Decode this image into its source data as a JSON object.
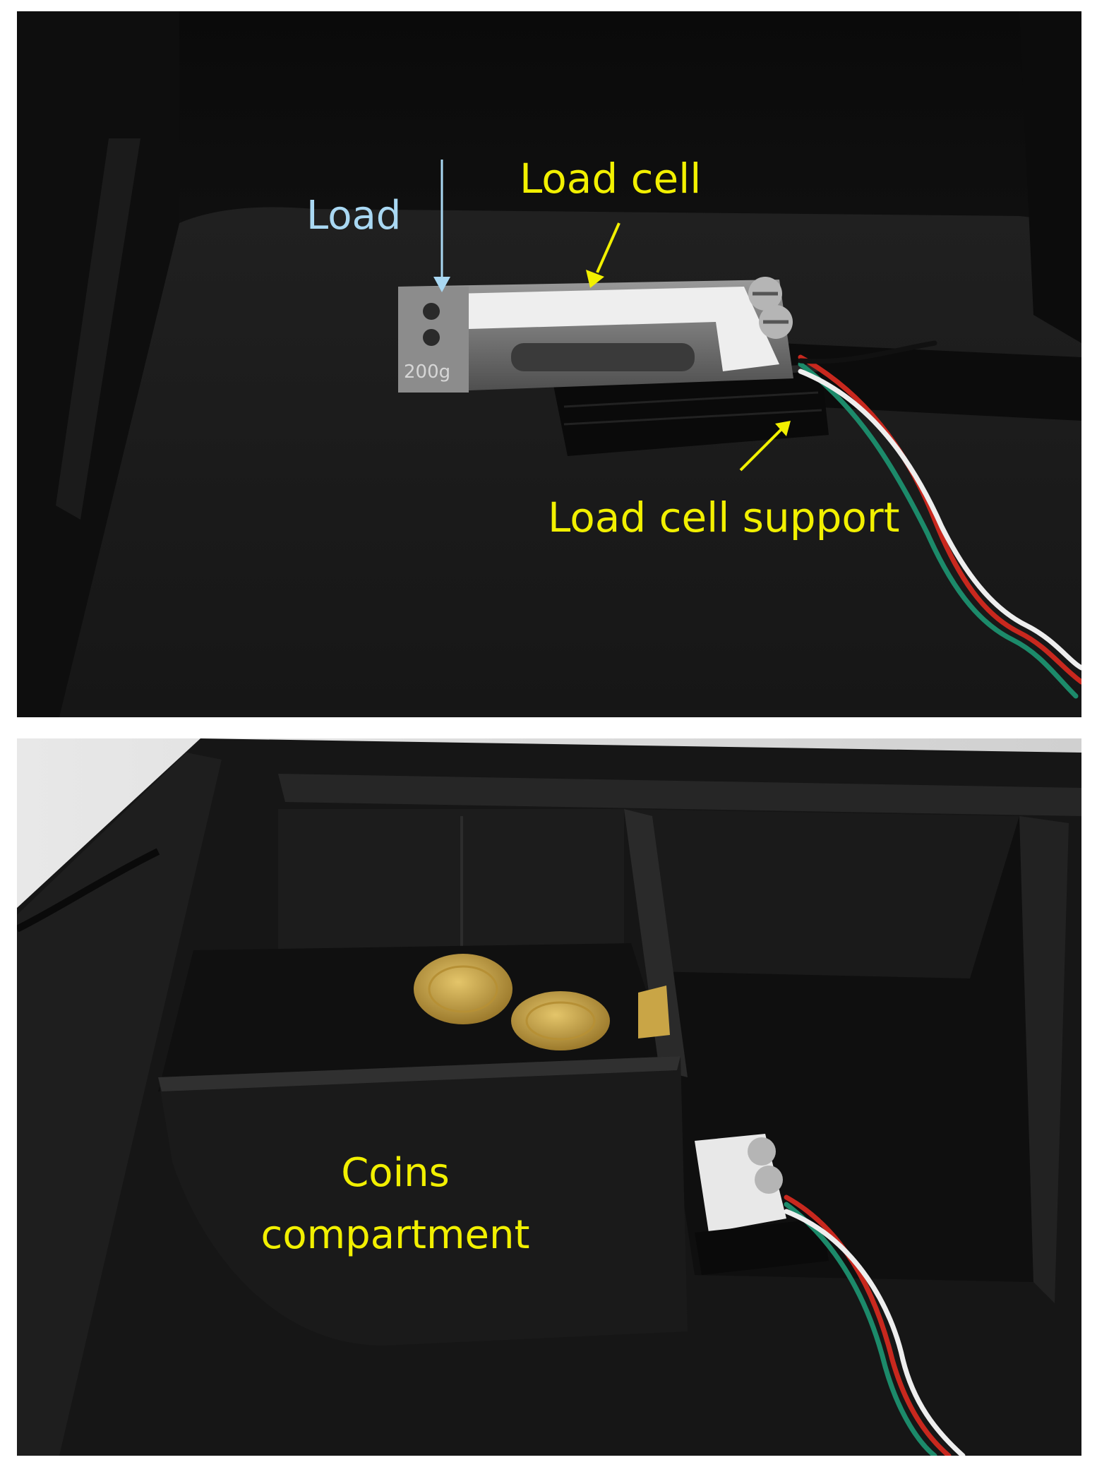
{
  "annotations": {
    "load": "Load",
    "load_cell": "Load cell",
    "load_cell_support": "Load cell support",
    "coins_line1": "Coins",
    "coins_line2": "compartment"
  },
  "engraving": "200g",
  "colors": {
    "annotation_yellow": "#f2f000",
    "annotation_cyan": "#a9d8f3",
    "housing_black": "#141414",
    "wire_red": "#c8281e",
    "wire_green": "#1c8a6a",
    "wire_white": "#eeeeee",
    "coin_gold": "#c9a546"
  }
}
